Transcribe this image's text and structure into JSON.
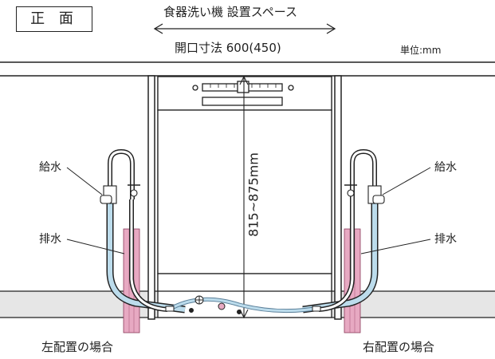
{
  "header": {
    "view_label": "正 面",
    "title": "食器洗い機 設置スペース",
    "opening_size": "開口寸法 600(450)",
    "unit": "単位:mm"
  },
  "dimensions": {
    "height_range": "815~875mm"
  },
  "labels": {
    "water_supply": "給水",
    "drain": "排水"
  },
  "captions": {
    "left_placement": "左配置の場合",
    "right_placement": "右配置の場合"
  },
  "colors": {
    "supply_hose": "#bcdcec",
    "drain_hose": "#e7a9c2",
    "floor": "#e6e6e6",
    "outline": "#222222"
  }
}
